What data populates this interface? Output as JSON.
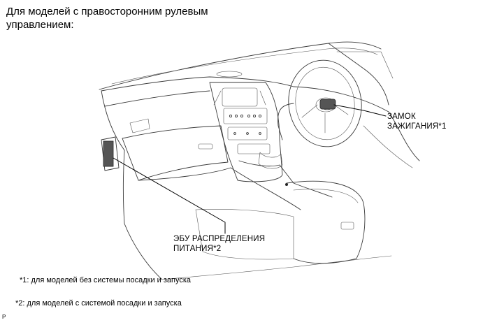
{
  "title": "Для моделей с правосторонним рулевым управлением:",
  "callouts": {
    "ignition_line1": "ЗАМОК",
    "ignition_line2": "ЗАЖИГАНИЯ*1",
    "ecu_line1": "ЭБУ РАСПРЕДЕЛЕНИЯ",
    "ecu_line2": "ПИТАНИЯ*2"
  },
  "footnotes": {
    "note1": "*1: для моделей без системы посадки и запуска",
    "note2": "*2: для моделей с системой посадки и запуска"
  },
  "page_mark": "P"
}
